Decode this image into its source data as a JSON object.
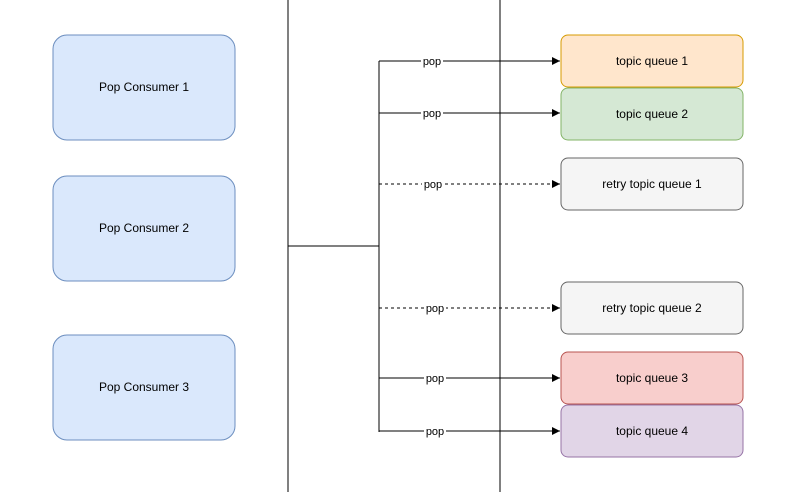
{
  "consumers": [
    {
      "label": "Pop Consumer 1",
      "fill": "#dae8fc",
      "stroke": "#6c8ebf"
    },
    {
      "label": "Pop Consumer 2",
      "fill": "#dae8fc",
      "stroke": "#6c8ebf"
    },
    {
      "label": "Pop Consumer 3",
      "fill": "#dae8fc",
      "stroke": "#6c8ebf"
    }
  ],
  "queues": [
    {
      "label": "topic queue 1",
      "fill": "#ffe6cc",
      "stroke": "#d79b00",
      "edge_label": "pop",
      "style": "solid"
    },
    {
      "label": "topic queue 2",
      "fill": "#d5e8d4",
      "stroke": "#82b366",
      "edge_label": "pop",
      "style": "solid"
    },
    {
      "label": "retry topic queue 1",
      "fill": "#f5f5f5",
      "stroke": "#666666",
      "edge_label": "pop",
      "style": "dashed"
    },
    {
      "label": "retry topic queue 2",
      "fill": "#f5f5f5",
      "stroke": "#666666",
      "edge_label": "pop",
      "style": "dashed"
    },
    {
      "label": "topic queue 3",
      "fill": "#f8cecc",
      "stroke": "#b85450",
      "edge_label": "pop",
      "style": "solid"
    },
    {
      "label": "topic queue 4",
      "fill": "#e1d5e7",
      "stroke": "#9673a6",
      "edge_label": "pop",
      "style": "solid"
    }
  ]
}
